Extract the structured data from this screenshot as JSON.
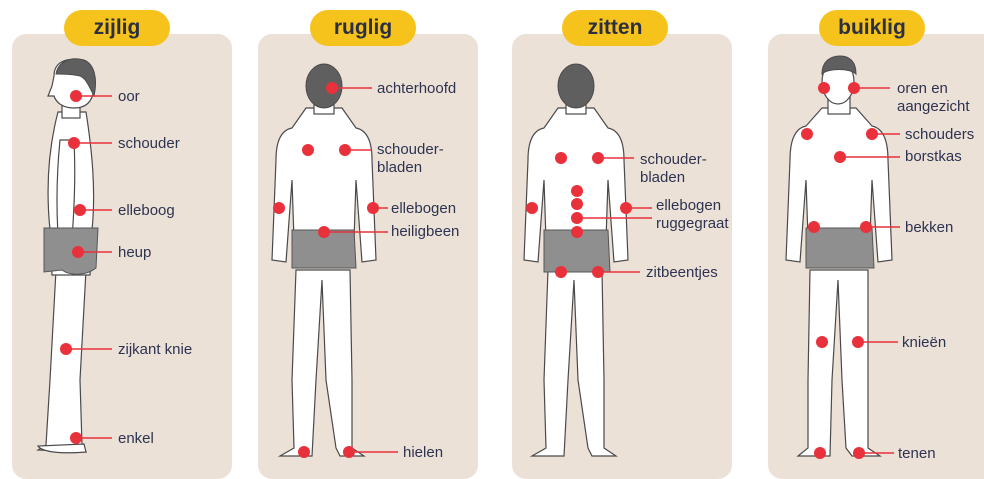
{
  "panels": [
    {
      "title": "zijlig",
      "labels": [
        "oor",
        "schouder",
        "elleboog",
        "heup",
        "zijkant knie",
        "enkel"
      ]
    },
    {
      "title": "ruglig",
      "labels": [
        "achterhoofd",
        "schouder-",
        "bladen",
        "ellebogen",
        "heiligbeen",
        "hielen"
      ]
    },
    {
      "title": "zitten",
      "labels": [
        "schouder-",
        "bladen",
        "ellebogen",
        "ruggegraat",
        "zitbeentjes"
      ]
    },
    {
      "title": "buiklig",
      "labels": [
        "oren en",
        "aangezicht",
        "schouders",
        "borstkas",
        "bekken",
        "knieën",
        "tenen"
      ]
    }
  ],
  "colors": {
    "panel": "#ece1d7",
    "pill": "#f6c21c",
    "dot": "#e8313b",
    "text": "#2d3350"
  }
}
